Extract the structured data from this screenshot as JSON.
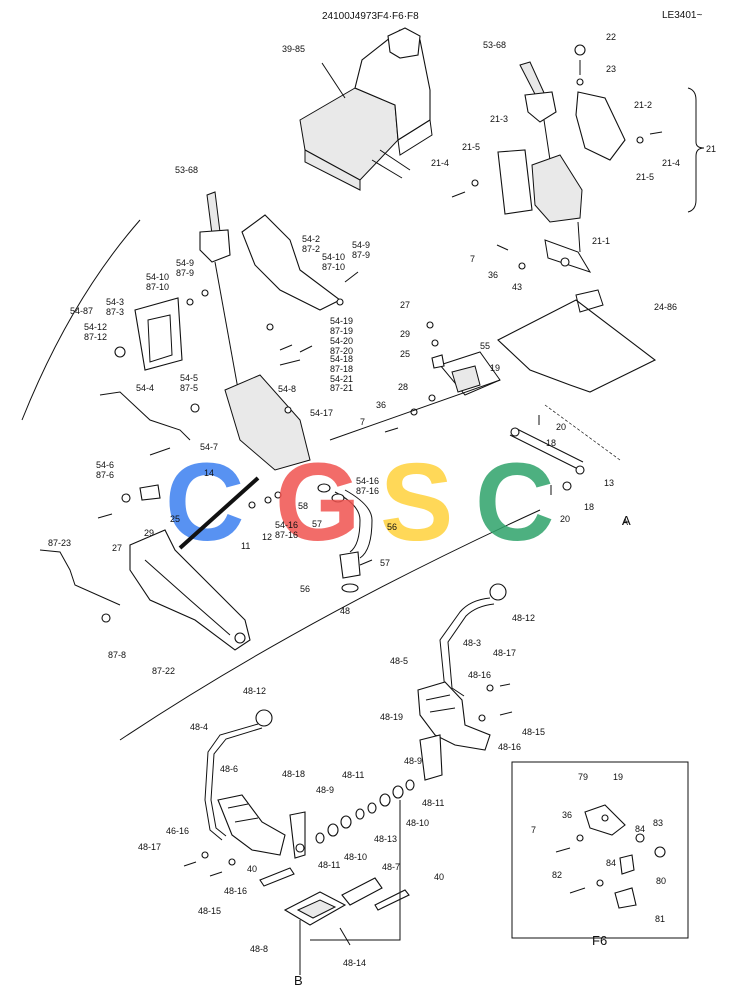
{
  "header": {
    "code": "24100J4973F4·F6·F8",
    "serial": "LE3401~"
  },
  "inset": {
    "label": "F6"
  },
  "markers": {
    "a": "A",
    "b": "B",
    "group_21": "21"
  },
  "watermark": {
    "text": "CGSC",
    "colors": [
      "#3b7ff0",
      "#f0534f",
      "#ffd23c",
      "#2fa36b"
    ]
  },
  "labels": [
    {
      "id": "l1",
      "text": "39-85"
    },
    {
      "id": "l2",
      "text": "53-68"
    },
    {
      "id": "l3",
      "text": "22"
    },
    {
      "id": "l4",
      "text": "23"
    },
    {
      "id": "l5",
      "text": "21-2"
    },
    {
      "id": "l6",
      "text": "21-3"
    },
    {
      "id": "l7",
      "text": "21-5"
    },
    {
      "id": "l8",
      "text": "21-4"
    },
    {
      "id": "l9",
      "text": "21-4"
    },
    {
      "id": "l10",
      "text": "21-5"
    },
    {
      "id": "l11",
      "text": "21-1"
    },
    {
      "id": "l12",
      "text": "53-68"
    },
    {
      "id": "l13",
      "text": "54-2"
    },
    {
      "id": "l14",
      "text": "87-2"
    },
    {
      "id": "l15",
      "text": "54-9"
    },
    {
      "id": "l16",
      "text": "87-9"
    },
    {
      "id": "l17",
      "text": "54-9"
    },
    {
      "id": "l18",
      "text": "87-9"
    },
    {
      "id": "l19",
      "text": "54-10"
    },
    {
      "id": "l20",
      "text": "87-10"
    },
    {
      "id": "l21",
      "text": "54-10"
    },
    {
      "id": "l22",
      "text": "87-10"
    },
    {
      "id": "l23",
      "text": "7"
    },
    {
      "id": "l24",
      "text": "36"
    },
    {
      "id": "l25",
      "text": "43"
    },
    {
      "id": "l26",
      "text": "54-87"
    },
    {
      "id": "l27",
      "text": "54-3"
    },
    {
      "id": "l28",
      "text": "87-3"
    },
    {
      "id": "l29",
      "text": "54-12"
    },
    {
      "id": "l30",
      "text": "87-12"
    },
    {
      "id": "l31",
      "text": "54-19"
    },
    {
      "id": "l32",
      "text": "87-19"
    },
    {
      "id": "l33",
      "text": "54-20"
    },
    {
      "id": "l34",
      "text": "87-20"
    },
    {
      "id": "l35",
      "text": "54-18"
    },
    {
      "id": "l36",
      "text": "87-18"
    },
    {
      "id": "l37",
      "text": "54-21"
    },
    {
      "id": "l38",
      "text": "87-21"
    },
    {
      "id": "l39",
      "text": "27"
    },
    {
      "id": "l40",
      "text": "29"
    },
    {
      "id": "l41",
      "text": "25"
    },
    {
      "id": "l42",
      "text": "55"
    },
    {
      "id": "l43",
      "text": "19"
    },
    {
      "id": "l44",
      "text": "24-86"
    },
    {
      "id": "l45",
      "text": "28"
    },
    {
      "id": "l46",
      "text": "54-4"
    },
    {
      "id": "l47",
      "text": "54-5"
    },
    {
      "id": "l48",
      "text": "87-5"
    },
    {
      "id": "l49",
      "text": "54-8"
    },
    {
      "id": "l50",
      "text": "54-17"
    },
    {
      "id": "l51",
      "text": "36"
    },
    {
      "id": "l52",
      "text": "7"
    },
    {
      "id": "l53",
      "text": "20"
    },
    {
      "id": "l54",
      "text": "18"
    },
    {
      "id": "l55",
      "text": "54-7"
    },
    {
      "id": "l56",
      "text": "54-6"
    },
    {
      "id": "l57",
      "text": "87-6"
    },
    {
      "id": "l58",
      "text": "14"
    },
    {
      "id": "l59",
      "text": "54-16"
    },
    {
      "id": "l60",
      "text": "87-16"
    },
    {
      "id": "l61",
      "text": "13"
    },
    {
      "id": "l62",
      "text": "18"
    },
    {
      "id": "l63",
      "text": "A"
    },
    {
      "id": "l64",
      "text": "20"
    },
    {
      "id": "l65",
      "text": "25"
    },
    {
      "id": "l66",
      "text": "29"
    },
    {
      "id": "l67",
      "text": "27"
    },
    {
      "id": "l68",
      "text": "11"
    },
    {
      "id": "l69",
      "text": "12"
    },
    {
      "id": "l70",
      "text": "54-16"
    },
    {
      "id": "l71",
      "text": "87-16"
    },
    {
      "id": "l72",
      "text": "58"
    },
    {
      "id": "l73",
      "text": "57"
    },
    {
      "id": "l74",
      "text": "56"
    },
    {
      "id": "l75",
      "text": "57"
    },
    {
      "id": "l76",
      "text": "87-23"
    },
    {
      "id": "l77",
      "text": "56"
    },
    {
      "id": "l78",
      "text": "48"
    },
    {
      "id": "l79",
      "text": "48-12"
    },
    {
      "id": "l80",
      "text": "87-8"
    },
    {
      "id": "l81",
      "text": "87-22"
    },
    {
      "id": "l82",
      "text": "48-3"
    },
    {
      "id": "l83",
      "text": "48-17"
    },
    {
      "id": "l84",
      "text": "48-16"
    },
    {
      "id": "l85",
      "text": "48-5"
    },
    {
      "id": "l86",
      "text": "48-15"
    },
    {
      "id": "l87",
      "text": "48-16"
    },
    {
      "id": "l88",
      "text": "48-12"
    },
    {
      "id": "l89",
      "text": "48-4"
    },
    {
      "id": "l90",
      "text": "48-19"
    },
    {
      "id": "l91",
      "text": "48-6"
    },
    {
      "id": "l92",
      "text": "48-18"
    },
    {
      "id": "l93",
      "text": "48-9"
    },
    {
      "id": "l94",
      "text": "48-11"
    },
    {
      "id": "l95",
      "text": "48-9"
    },
    {
      "id": "l96",
      "text": "48-11"
    },
    {
      "id": "l97",
      "text": "48-13"
    },
    {
      "id": "l98",
      "text": "48-10"
    },
    {
      "id": "l99",
      "text": "48-11"
    },
    {
      "id": "l100",
      "text": "48-10"
    },
    {
      "id": "l101",
      "text": "46-16"
    },
    {
      "id": "l102",
      "text": "48-17"
    },
    {
      "id": "l103",
      "text": "48-16"
    },
    {
      "id": "l104",
      "text": "40"
    },
    {
      "id": "l105",
      "text": "48-15"
    },
    {
      "id": "l106",
      "text": "48-7"
    },
    {
      "id": "l107",
      "text": "40"
    },
    {
      "id": "l108",
      "text": "48-8"
    },
    {
      "id": "l109",
      "text": "48-14"
    },
    {
      "id": "l110",
      "text": "B"
    },
    {
      "id": "l111",
      "text": "79"
    },
    {
      "id": "l112",
      "text": "19"
    },
    {
      "id": "l113",
      "text": "7"
    },
    {
      "id": "l114",
      "text": "36"
    },
    {
      "id": "l115",
      "text": "84"
    },
    {
      "id": "l116",
      "text": "83"
    },
    {
      "id": "l117",
      "text": "84"
    },
    {
      "id": "l118",
      "text": "80"
    },
    {
      "id": "l119",
      "text": "82"
    },
    {
      "id": "l120",
      "text": "81"
    },
    {
      "id": "l121",
      "text": "F6"
    }
  ]
}
